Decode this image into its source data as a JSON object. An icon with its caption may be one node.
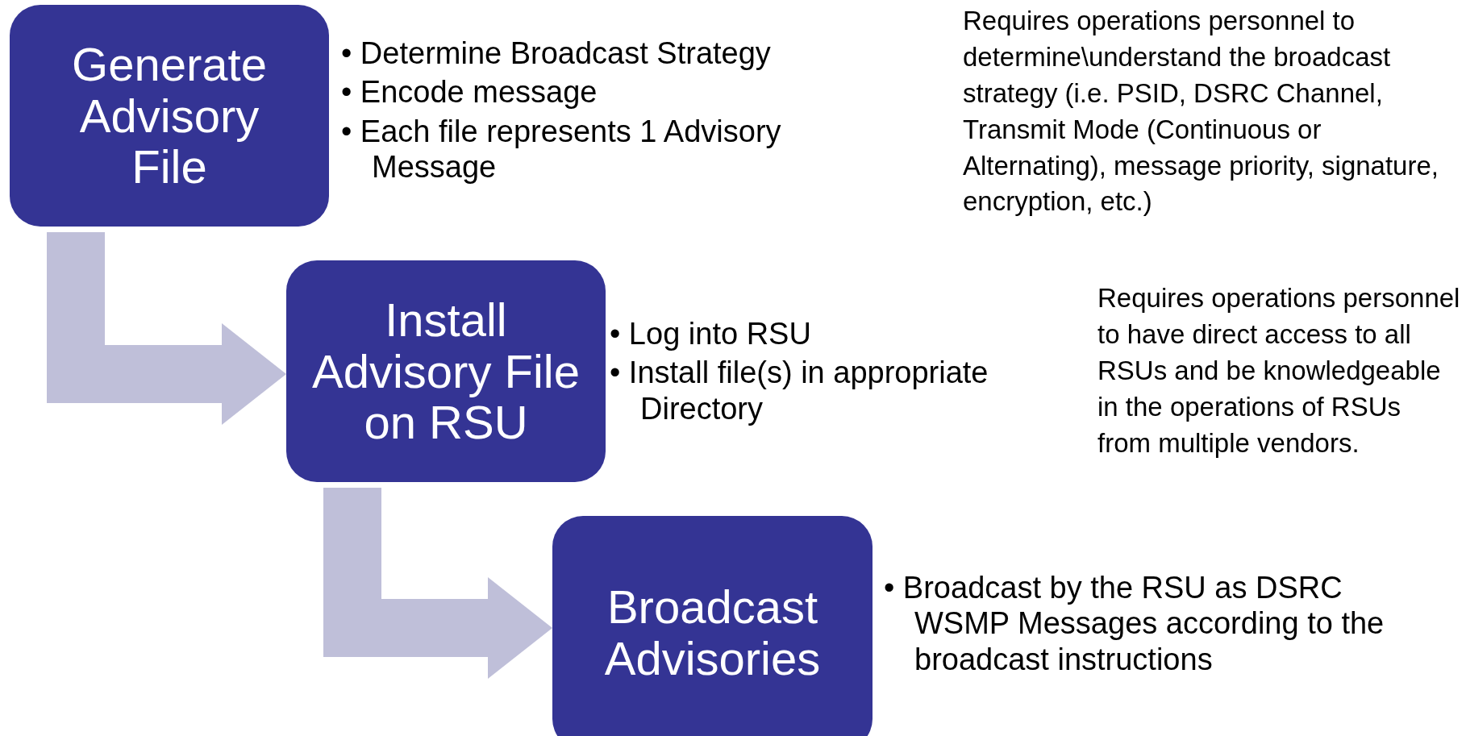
{
  "diagram": {
    "nodes": [
      {
        "text": [
          "Generate Advisory File"
        ],
        "beside": [
          "• Determine Broadcast Strategy",
          "• Encode message",
          "• Each file represents 1 Advisory Message"
        ]
      },
      {
        "text": [
          "Install Advisory File on RSU"
        ],
        "beside": [
          "• Log into RSU",
          "• Install file(s) in appropriate Directory"
        ]
      },
      {
        "text": [
          "Broadcast Advisories"
        ],
        "beside": [
          "• Broadcast by the RSU as DSRC WSMP Messages according to the broadcast instructions"
        ]
      }
    ],
    "edges": [
      {
        "from": 0,
        "to": 1,
        "arrow": "to"
      },
      {
        "from": 1,
        "to": 2,
        "arrow": "to"
      }
    ],
    "labels": [
      "Requires operations personnel to determine\\understand the broadcast strategy (i.e. PSID, DSRC Channel, Transmit Mode (Continuous or Alternating), message priority, signature, encryption, etc.)",
      "Requires operations personnel to have direct access to all RSUs and be knowledgeable in the operations of RSUs from multiple vendors."
    ]
  }
}
